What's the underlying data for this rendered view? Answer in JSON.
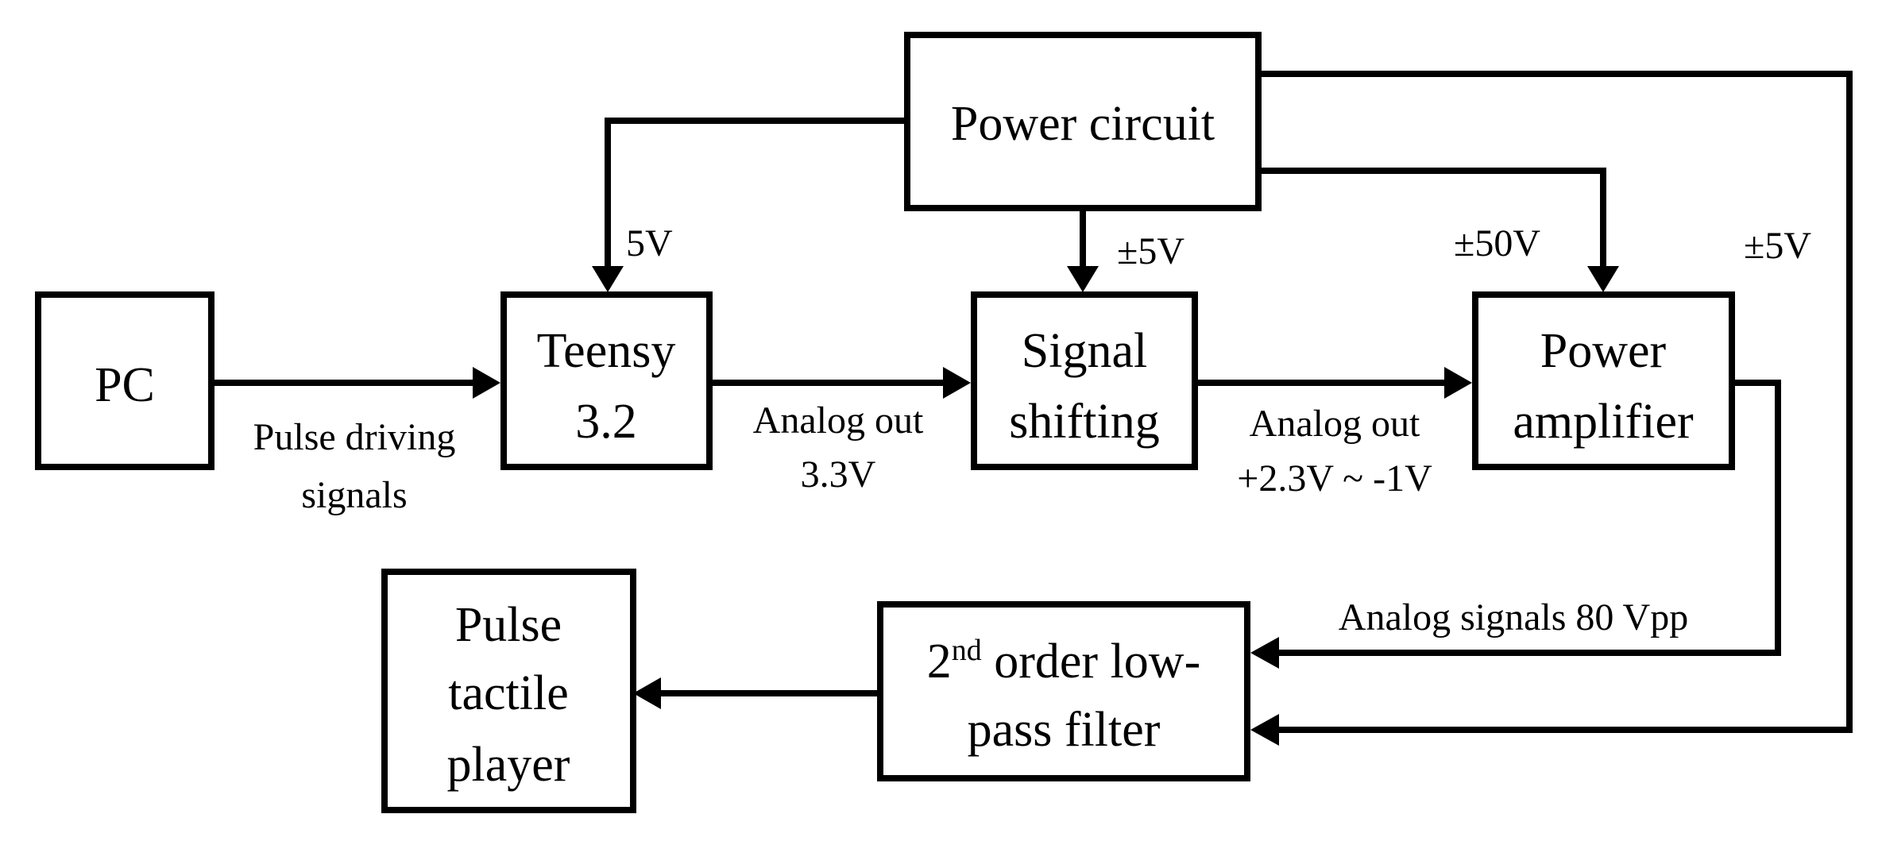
{
  "blocks": {
    "power_circuit": [
      "Power circuit"
    ],
    "pc": [
      "PC"
    ],
    "teensy": [
      "Teensy",
      "3.2"
    ],
    "signal_shifting": [
      "Signal",
      "shifting"
    ],
    "power_amplifier": [
      "Power",
      "amplifier"
    ],
    "player": [
      "Pulse",
      "tactile",
      "player"
    ],
    "filter": {
      "line1_base": "2",
      "line1_sup": "nd",
      "line1_rest": " order low-",
      "line2": "pass filter"
    }
  },
  "labels": {
    "v_teensy": "5V",
    "v_shifting": "±5V",
    "v_amplifier": "±50V",
    "v_filter": "±5V",
    "pc_to_teensy": [
      "Pulse driving",
      "signals"
    ],
    "teensy_to_shifting": [
      "Analog out",
      "3.3V"
    ],
    "shifting_to_amplifier": [
      "Analog out",
      "+2.3V ~ -1V"
    ],
    "amplifier_to_filter": "Analog signals 80 Vpp"
  }
}
